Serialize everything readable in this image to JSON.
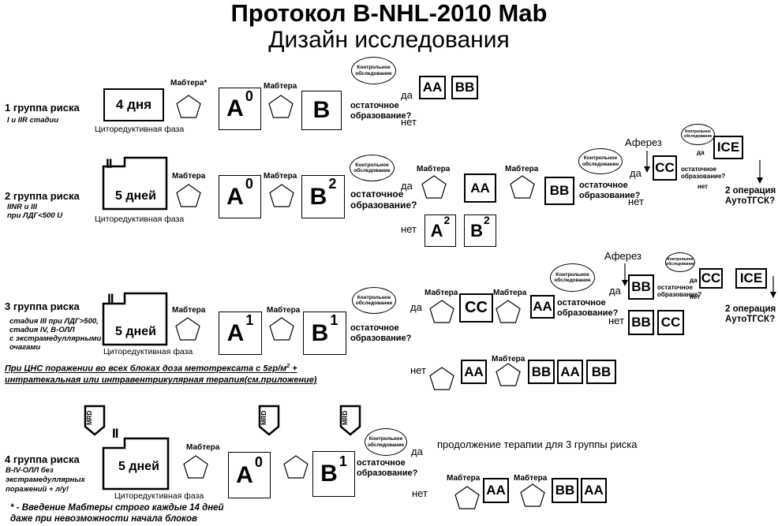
{
  "title": "Протокол B-NHL-2010 Mab",
  "subtitle": "Дизайн исследования",
  "common": {
    "mabtera": "Мабтера",
    "mabtera_star": "Мабтера*",
    "residual": "остаточное образование?",
    "residual_l1": "остаточное",
    "residual_l2": "образование?",
    "control_l1": "Контрольное",
    "control_l2": "обследование",
    "yes": "да",
    "no": "нет",
    "phase": "Циторедуктивная фаза",
    "days4": "4 дня",
    "days5": "5 дней",
    "roman2": "II",
    "mrd": "MRD",
    "apheresis": "Аферез",
    "op2_l1": "2 операция",
    "op2_l2": "АутоТГСК?"
  },
  "blocks": {
    "A": "A",
    "B": "B",
    "AA": "AA",
    "BB": "BB",
    "CC": "CC",
    "ICE": "ICE",
    "s0": "0",
    "s1": "1",
    "s2": "2"
  },
  "groups": [
    {
      "label": "1 группа риска",
      "desc": [
        "I и IIR стадии"
      ]
    },
    {
      "label": "2 группа риска",
      "desc": [
        "IINR и III",
        "при ЛДГ<500 U"
      ]
    },
    {
      "label": "3 группа риска",
      "desc": [
        "стадия III при ЛДГ>500,",
        "стадия IV, B-ОЛЛ",
        "с экстрамедуллярными",
        "очагами"
      ]
    },
    {
      "label": "4 группа риска",
      "desc": [
        "B-IV-ОЛЛ без",
        "экстрамедуллярных",
        "поражений + л/у!"
      ]
    }
  ],
  "cns_note": {
    "l1": "При ЦНС поражении во всех блоках доза метотрексата с 5гр/м",
    "l1_sup": "2",
    "l1_end": " +",
    "l2": "интратекальная или интравентрикулярная терапия(см.приложение)"
  },
  "group4_continue": "продолжение терапии для 3 группы риска",
  "footnote": {
    "l1": "* - Введение Мабтеры строго каждые 14 дней",
    "l2": "даже при невозможности начала блоков"
  }
}
